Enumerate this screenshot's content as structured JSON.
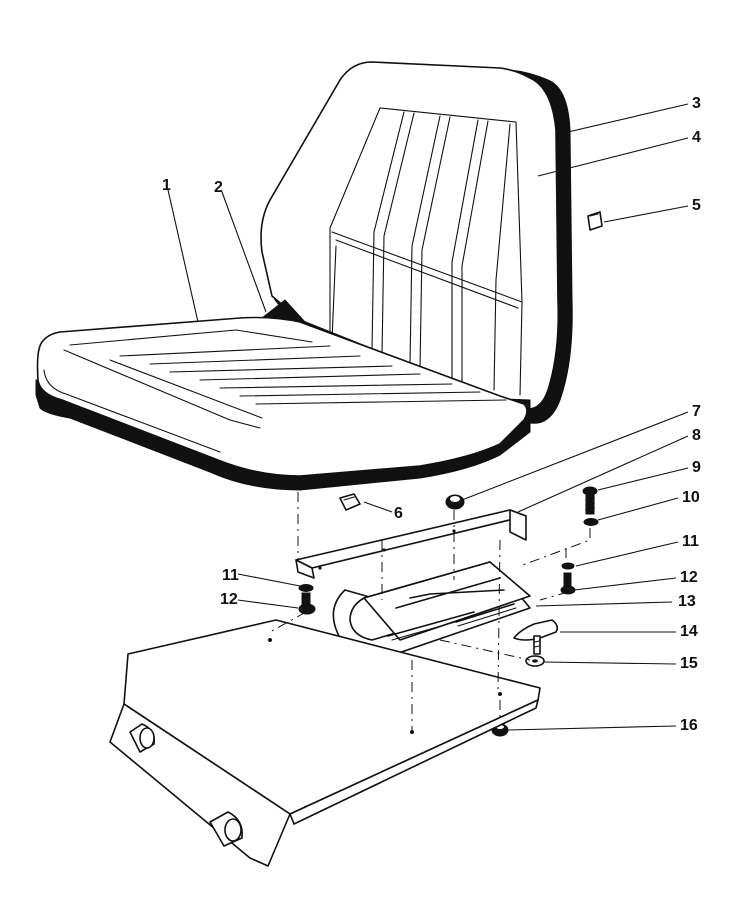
{
  "diagram": {
    "callouts": [
      {
        "id": "1",
        "label": "1"
      },
      {
        "id": "2",
        "label": "2"
      },
      {
        "id": "3",
        "label": "3"
      },
      {
        "id": "4",
        "label": "4"
      },
      {
        "id": "5",
        "label": "5"
      },
      {
        "id": "6",
        "label": "6"
      },
      {
        "id": "7",
        "label": "7"
      },
      {
        "id": "8",
        "label": "8"
      },
      {
        "id": "9",
        "label": "9"
      },
      {
        "id": "10",
        "label": "10"
      },
      {
        "id": "11a",
        "label": "11"
      },
      {
        "id": "11b",
        "label": "11"
      },
      {
        "id": "12a",
        "label": "12"
      },
      {
        "id": "12b",
        "label": "12"
      },
      {
        "id": "13",
        "label": "13"
      },
      {
        "id": "14",
        "label": "14"
      },
      {
        "id": "15",
        "label": "15"
      },
      {
        "id": "16",
        "label": "16"
      }
    ],
    "colors": {
      "ink": "#111111",
      "paper": "#ffffff"
    }
  }
}
